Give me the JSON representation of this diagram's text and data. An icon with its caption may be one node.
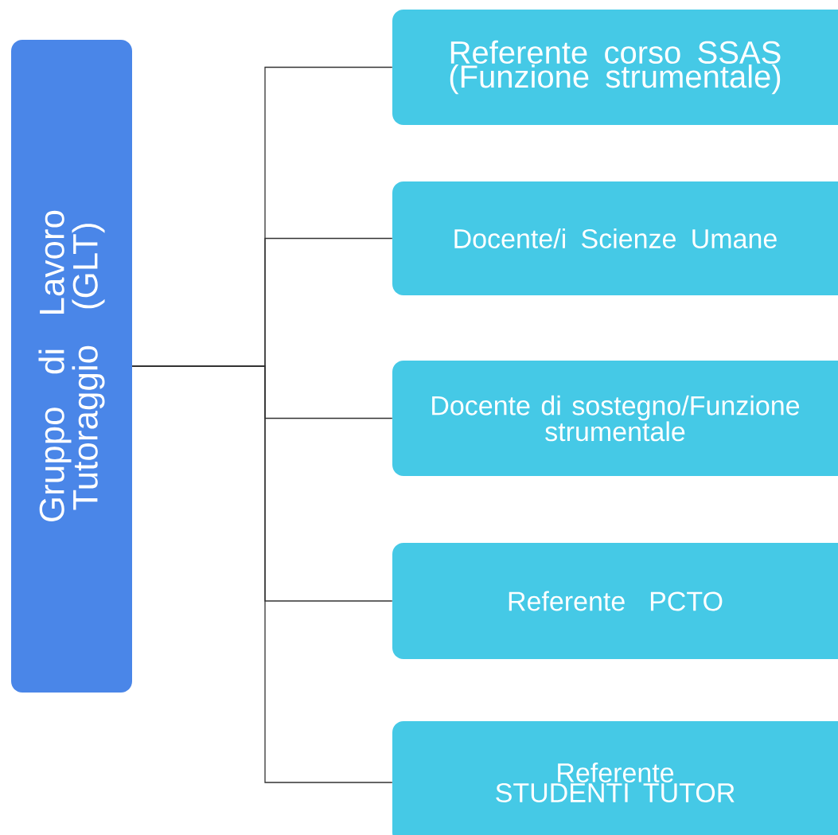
{
  "diagram": {
    "nodes": [
      {
        "text": [
          "Gruppo di Lavoro Tutoraggio (GLT)"
        ]
      },
      {
        "text": [
          "Referente corso SSAS (Funzione strumentale)"
        ]
      },
      {
        "text": [
          "Docente/i Scienze Umane"
        ]
      },
      {
        "text": [
          "Docente di sostegno/Funzione strumentale"
        ]
      },
      {
        "text": [
          "Referente PCTO"
        ]
      },
      {
        "text": [
          "Referente STUDENTI TUTOR"
        ]
      }
    ],
    "edges": [
      {
        "from": 0,
        "to": 1,
        "arrow": "none"
      },
      {
        "from": 0,
        "to": 2,
        "arrow": "none"
      },
      {
        "from": 0,
        "to": 3,
        "arrow": "none"
      },
      {
        "from": 0,
        "to": 4,
        "arrow": "none"
      },
      {
        "from": 0,
        "to": 5,
        "arrow": "none"
      }
    ]
  }
}
